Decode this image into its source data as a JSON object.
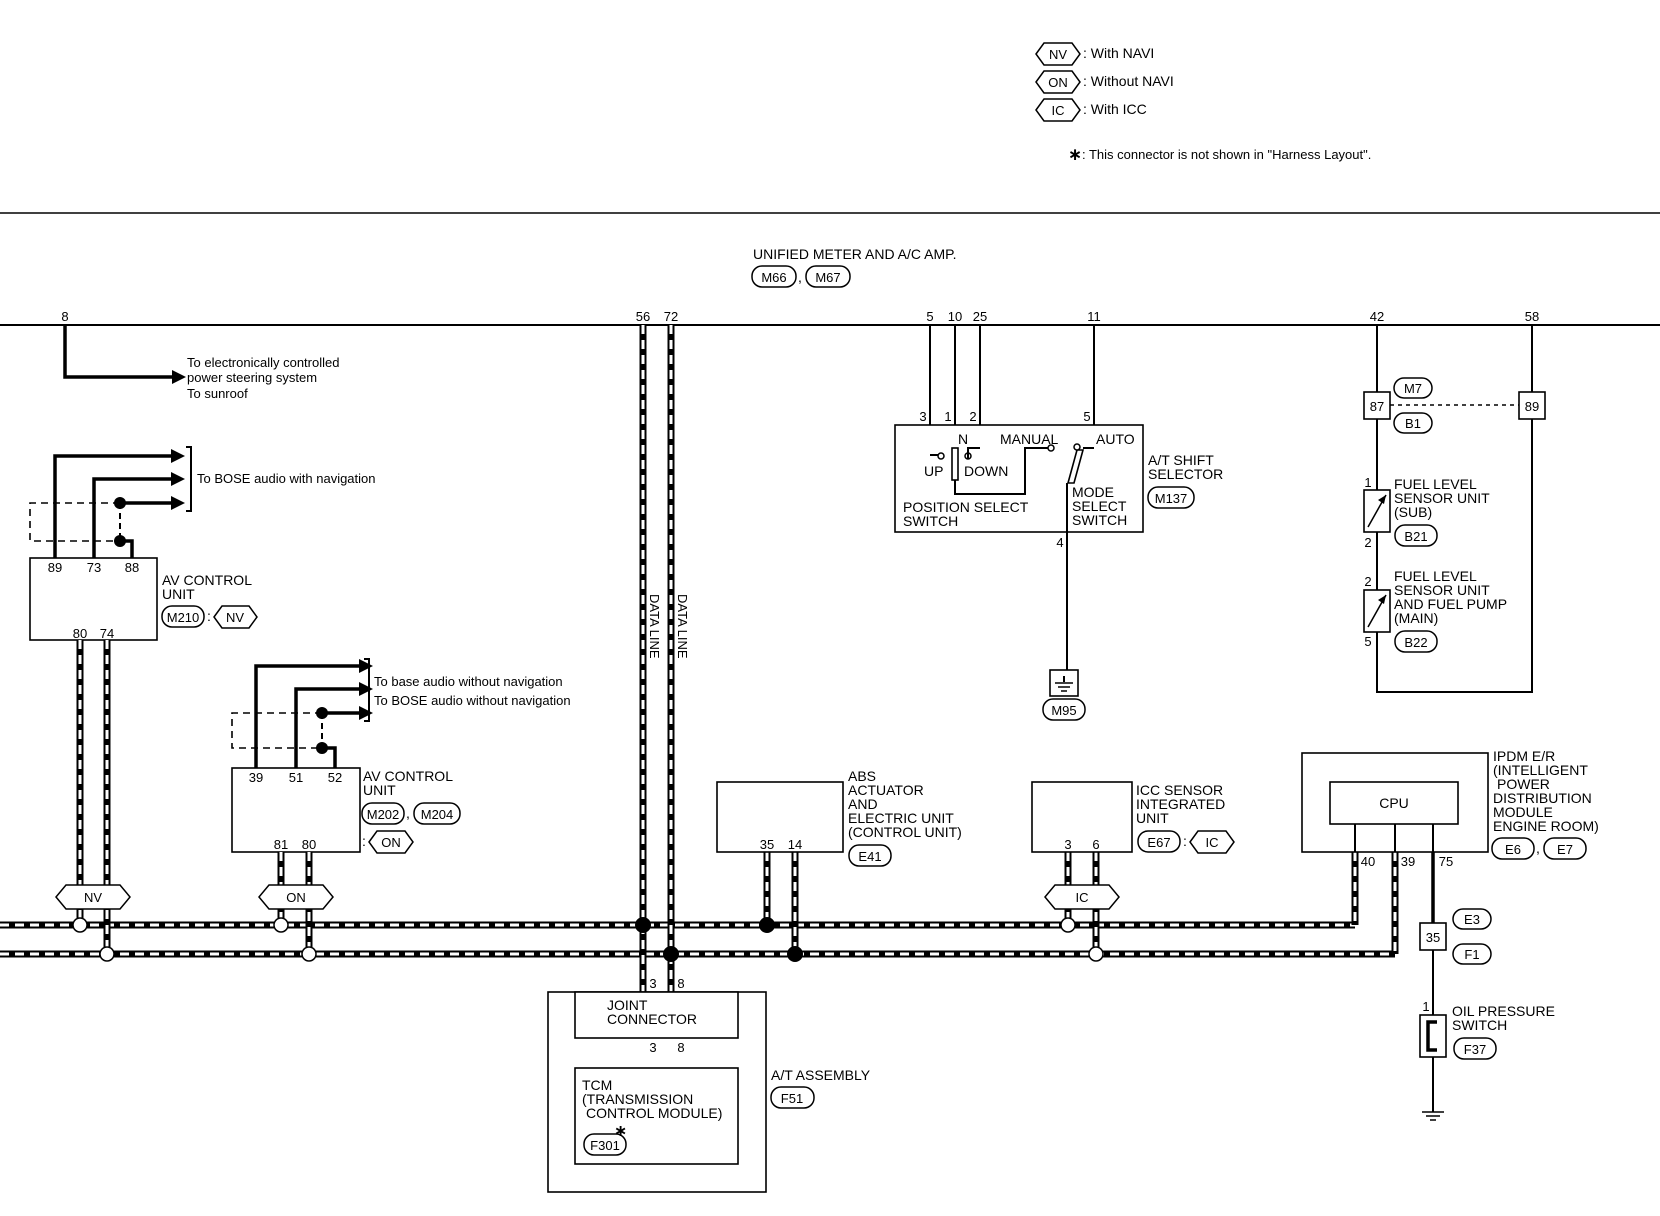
{
  "legend": {
    "items": [
      {
        "tag": "NV",
        "text": ": With NAVI"
      },
      {
        "tag": "ON",
        "text": ": Without NAVI"
      },
      {
        "tag": "IC",
        "text": ": With ICC"
      }
    ],
    "note_symbol": "∗",
    "note_text": ": This connector is not shown in \"Harness Layout\"."
  },
  "meter": {
    "title": "UNIFIED METER AND A/C AMP.",
    "connectors": [
      "M66",
      "M67"
    ],
    "comma": ",",
    "pins": [
      "8",
      "56",
      "72",
      "5",
      "10",
      "25",
      "11",
      "42",
      "58"
    ]
  },
  "steering_note": [
    "To electronically controlled",
    "power steering system",
    "To sunroof"
  ],
  "bose_nav_note": "To BOSE audio with navigation",
  "av_unit_nav": {
    "name": [
      "AV CONTROL",
      "UNIT"
    ],
    "pins_top": [
      "89",
      "73",
      "88"
    ],
    "pins_bottom": [
      "80",
      "74"
    ],
    "connector": "M210",
    "colon": ":",
    "tag": "NV"
  },
  "base_audio_note": [
    "To base audio without navigation",
    "To BOSE audio without navigation"
  ],
  "av_unit_base": {
    "name": [
      "AV CONTROL",
      "UNIT"
    ],
    "pins_top": [
      "39",
      "51",
      "52"
    ],
    "pins_bottom": [
      "81",
      "80"
    ],
    "connectors": [
      "M202",
      "M204"
    ],
    "comma": ",",
    "colon": ":",
    "tag": "ON"
  },
  "data_line_label": "DATA LINE",
  "bus_tags": [
    "NV",
    "ON",
    "IC"
  ],
  "joint_connector": {
    "name": [
      "JOINT",
      "CONNECTOR"
    ],
    "pins_top": [
      "3",
      "8"
    ],
    "pins_inner": [
      "3",
      "8"
    ]
  },
  "tcm": {
    "name": [
      "TCM",
      "(TRANSMISSION",
      "CONTROL MODULE)"
    ],
    "connector": "F301",
    "star": "∗"
  },
  "at_assembly": {
    "name": "A/T ASSEMBLY",
    "connector": "F51"
  },
  "abs": {
    "name": [
      "ABS",
      "ACTUATOR",
      "AND",
      "ELECTRIC UNIT",
      "(CONTROL UNIT)"
    ],
    "pins": [
      "35",
      "14"
    ],
    "connector": "E41"
  },
  "shift_selector": {
    "name": [
      "A/T SHIFT",
      "SELECTOR"
    ],
    "connector": "M137",
    "pins_top": [
      "3",
      "1",
      "2",
      "5"
    ],
    "pin_bottom": "4",
    "position_switch": [
      "POSITION SELECT",
      "SWITCH"
    ],
    "mode_switch": [
      "MODE",
      "SELECT",
      "SWITCH"
    ],
    "labels": {
      "up": "UP",
      "n": "N",
      "down": "DOWN",
      "manual": "MANUAL",
      "auto": "AUTO"
    },
    "ground": "M95"
  },
  "icc": {
    "name": [
      "ICC SENSOR",
      "INTEGRATED",
      "UNIT"
    ],
    "pins": [
      "3",
      "6"
    ],
    "connector": "E67",
    "colon": ":",
    "tag": "IC"
  },
  "fuel": {
    "connector_top": "M7",
    "connector_bottom": "B1",
    "pins": [
      "87",
      "89"
    ],
    "sub": {
      "name": [
        "FUEL LEVEL",
        "SENSOR UNIT",
        "(SUB)"
      ],
      "pins": [
        "1",
        "2"
      ],
      "connector": "B21"
    },
    "main": {
      "name": [
        "FUEL LEVEL",
        "SENSOR UNIT",
        "AND FUEL PUMP",
        "(MAIN)"
      ],
      "pins": [
        "2",
        "5"
      ],
      "connector": "B22"
    }
  },
  "ipdm": {
    "name": [
      "IPDM E/R",
      "(INTELLIGENT",
      "POWER",
      "DISTRIBUTION",
      "MODULE",
      "ENGINE ROOM)"
    ],
    "cpu": "CPU",
    "pins": [
      "40",
      "39",
      "75"
    ],
    "connectors": [
      "E6",
      "E7"
    ],
    "comma": ","
  },
  "oil": {
    "connector_top": "E3",
    "pin": "35",
    "connector_bottom": "F1",
    "switch_pin": "1",
    "name": [
      "OIL PRESSURE",
      "SWITCH"
    ],
    "connector": "F37"
  }
}
